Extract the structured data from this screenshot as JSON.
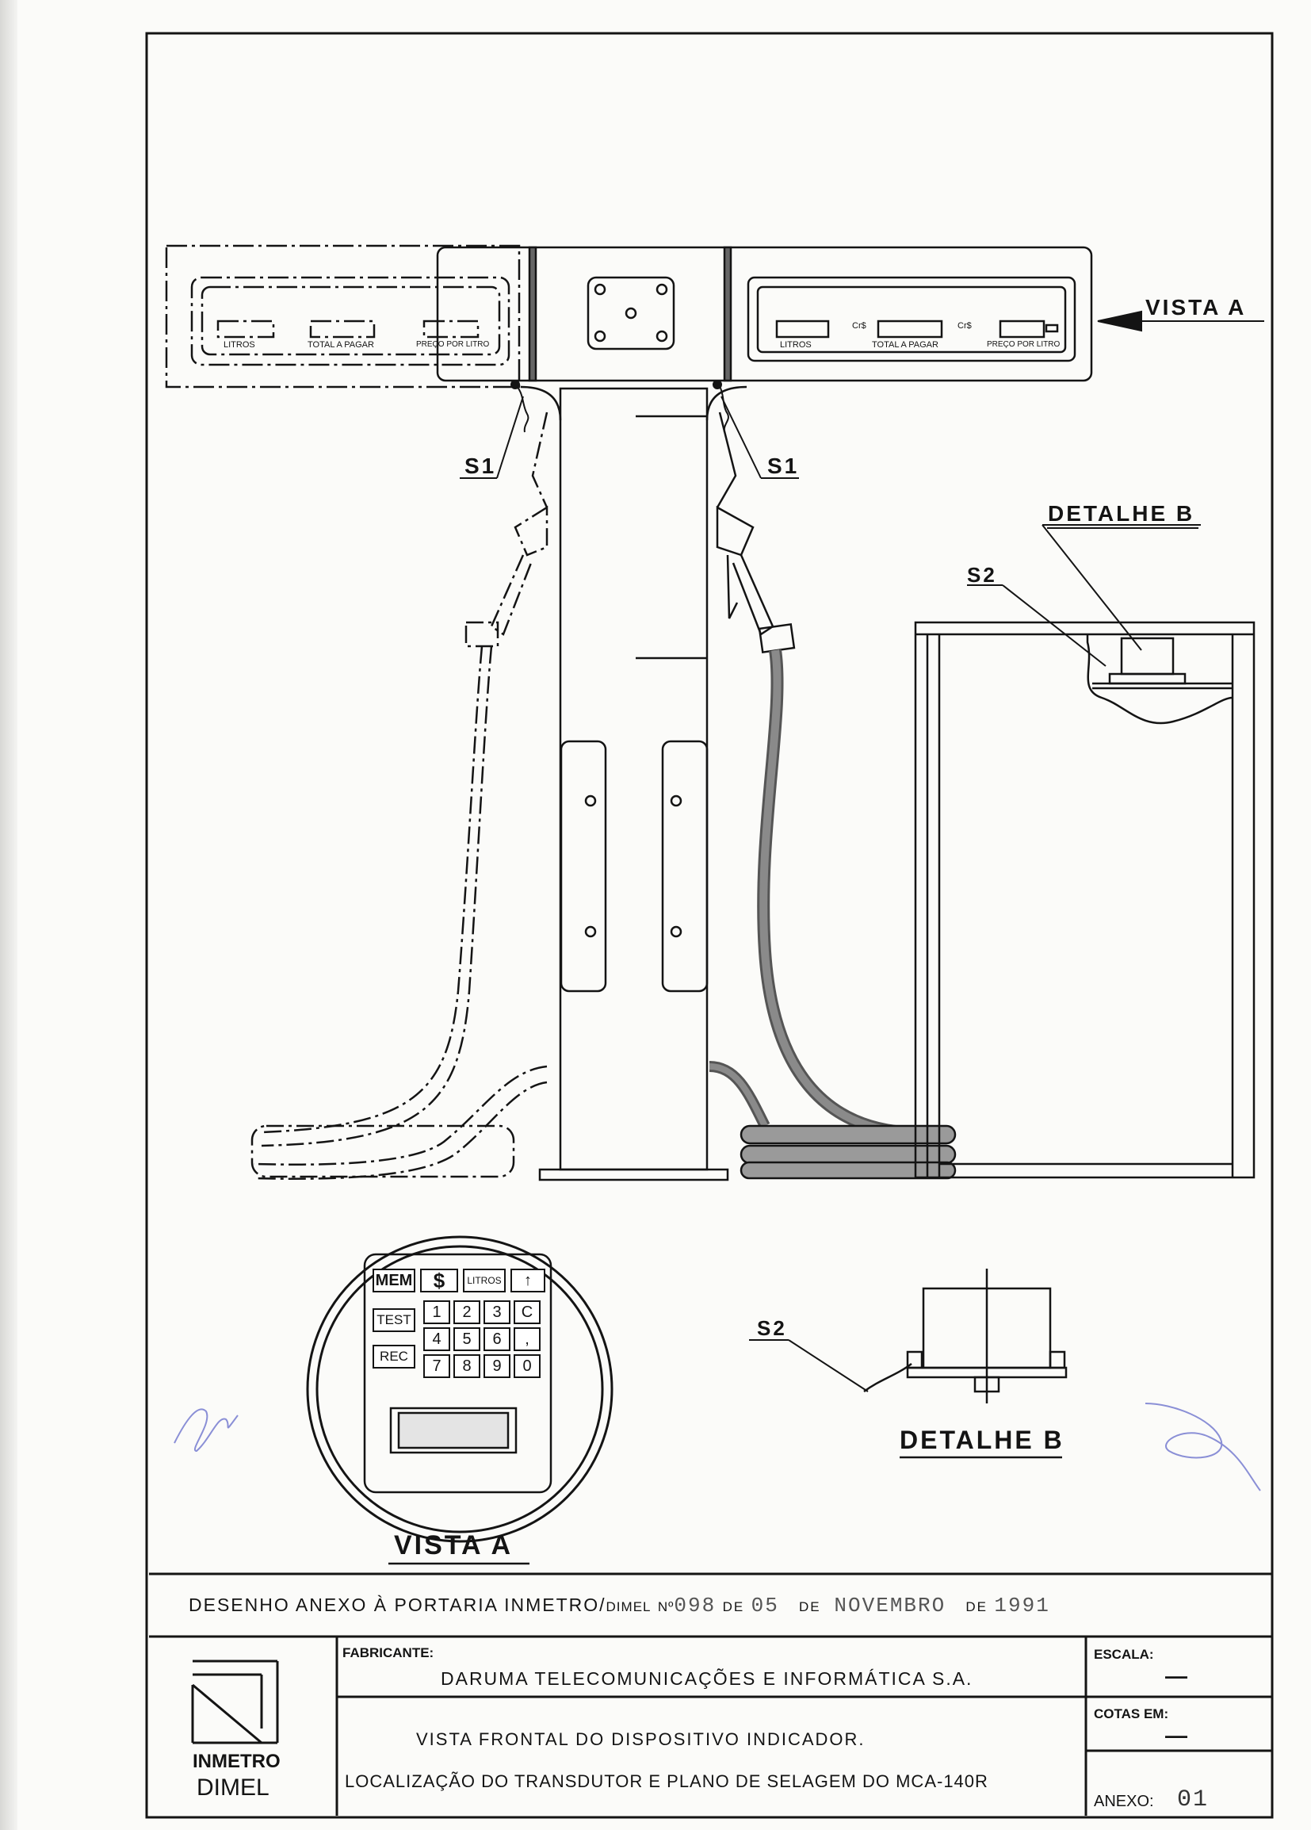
{
  "drawing": {
    "labels": {
      "vista_a": "VISTA A",
      "s1": "S1",
      "s2": "S2",
      "detalhe_b": "DETALHE B"
    },
    "left_display": {
      "litros": "LITROS",
      "total": "TOTAL A PAGAR",
      "preco": "PREÇO POR LITRO"
    },
    "right_display": {
      "litros": "LITROS",
      "currency": "Cr$",
      "total": "TOTAL A PAGAR",
      "preco": "PREÇO POR LITRO"
    },
    "keypad": {
      "row1": [
        "MEM",
        "$",
        "LITROS",
        "↑"
      ],
      "side": [
        "TEST",
        "REC"
      ],
      "digits": [
        [
          "1",
          "2",
          "3",
          "C"
        ],
        [
          "4",
          "5",
          "6",
          ","
        ],
        [
          "7",
          "8",
          "9",
          "0"
        ]
      ]
    }
  },
  "title_line": {
    "prefix": "DESENHO ANEXO À PORTARIA INMETRO/",
    "dimel": "DIMEL",
    "number_label": "Nº",
    "number": "098",
    "de1": "DE",
    "day": "05",
    "de2": "DE",
    "month": "NOVEMBRO",
    "de3": "DE",
    "year": "1991"
  },
  "title_block": {
    "logo_text1": "INMETRO",
    "logo_text2": "DIMEL",
    "fabricante_label": "FABRICANTE:",
    "fabricante": "DARUMA TELECOMUNICAÇÕES E INFORMÁTICA S.A.",
    "description_line1": "VISTA FRONTAL DO DISPOSITIVO INDICADOR.",
    "description_line2": "LOCALIZAÇÃO DO TRANSDUTOR E PLANO DE SELAGEM DO MCA-140R",
    "escala_label": "ESCALA:",
    "escala_value": "—",
    "cotas_label": "COTAS EM:",
    "cotas_value": "—",
    "anexo_label": "ANEXO:",
    "anexo_value": "01"
  }
}
